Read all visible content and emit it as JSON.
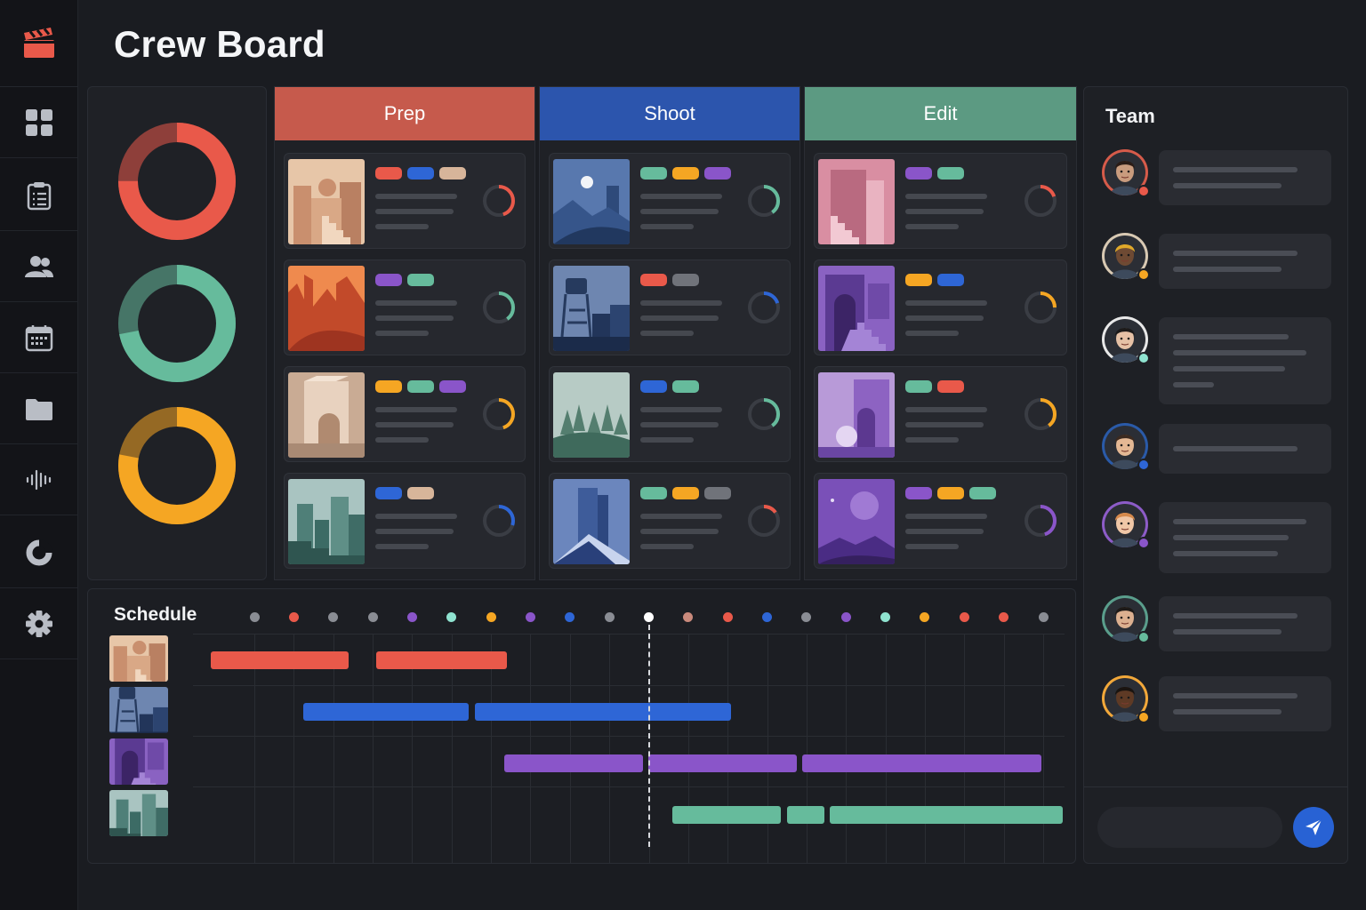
{
  "app": {
    "title": "Crew Board"
  },
  "colors": {
    "red": "#e9594a",
    "blue": "#2e66d6",
    "green": "#66bb9c",
    "orange": "#f5a623",
    "purple": "#8a55c9",
    "tan": "#d7b59a",
    "gray": "#70737a",
    "teal": "#8fe3d0"
  },
  "sidebar": {
    "logo_icon": "clapperboard-icon",
    "items": [
      {
        "id": "dashboard",
        "icon": "grid-icon"
      },
      {
        "id": "tasks",
        "icon": "clipboard-icon"
      },
      {
        "id": "crew",
        "icon": "people-icon"
      },
      {
        "id": "calendar",
        "icon": "calendar-icon"
      },
      {
        "id": "files",
        "icon": "folder-icon"
      },
      {
        "id": "audio",
        "icon": "waveform-icon"
      },
      {
        "id": "reports",
        "icon": "pie-icon"
      },
      {
        "id": "settings",
        "icon": "gear-icon"
      }
    ]
  },
  "overview": {
    "rings": [
      {
        "color": "#e9594a",
        "progress": 0.75
      },
      {
        "color": "#66bb9c",
        "progress": 0.72
      },
      {
        "color": "#f5a623",
        "progress": 0.78
      }
    ]
  },
  "board": {
    "columns": [
      {
        "label": "Prep",
        "color": "#c65a4c",
        "cards": [
          {
            "thumb": "desert-stairs",
            "tags": [
              "red",
              "blue",
              "tan"
            ],
            "progress": 0.45,
            "ring": "red"
          },
          {
            "thumb": "red-canyon",
            "tags": [
              "purple",
              "green"
            ],
            "progress": 0.4,
            "ring": "green"
          },
          {
            "thumb": "beige-arch",
            "tags": [
              "orange",
              "green",
              "purple"
            ],
            "progress": 0.45,
            "ring": "orange"
          },
          {
            "thumb": "teal-city",
            "tags": [
              "blue",
              "tan"
            ],
            "progress": 0.3,
            "ring": "blue"
          }
        ]
      },
      {
        "label": "Shoot",
        "color": "#2c55ad",
        "cards": [
          {
            "thumb": "moon-mountains",
            "tags": [
              "green",
              "orange",
              "purple"
            ],
            "progress": 0.4,
            "ring": "green"
          },
          {
            "thumb": "water-tower",
            "tags": [
              "red",
              "gray"
            ],
            "progress": 0.2,
            "ring": "blue"
          },
          {
            "thumb": "pine-forest",
            "tags": [
              "blue",
              "green"
            ],
            "progress": 0.4,
            "ring": "green"
          },
          {
            "thumb": "blue-monolith",
            "tags": [
              "green",
              "orange",
              "gray"
            ],
            "progress": 0.15,
            "ring": "red"
          }
        ]
      },
      {
        "label": "Edit",
        "color": "#5c9a82",
        "cards": [
          {
            "thumb": "pink-stairs",
            "tags": [
              "purple",
              "green"
            ],
            "progress": 0.2,
            "ring": "red"
          },
          {
            "thumb": "purple-arch",
            "tags": [
              "orange",
              "blue"
            ],
            "progress": 0.25,
            "ring": "orange"
          },
          {
            "thumb": "violet-sphere",
            "tags": [
              "green",
              "red"
            ],
            "progress": 0.4,
            "ring": "orange"
          },
          {
            "thumb": "purple-planet",
            "tags": [
              "purple",
              "orange",
              "green"
            ],
            "progress": 0.45,
            "ring": "purple"
          }
        ]
      }
    ]
  },
  "schedule": {
    "title": "Schedule",
    "timeline_dots": [
      "gray",
      "red",
      "gray",
      "gray",
      "purple",
      "teal",
      "orange",
      "purple",
      "blue",
      "gray",
      "white",
      "tan",
      "red",
      "blue",
      "gray",
      "purple",
      "teal",
      "orange",
      "red",
      "red",
      "gray"
    ],
    "now_index": 10,
    "rows": [
      {
        "thumb": "desert-stairs",
        "color": "red",
        "bars": [
          [
            0,
            3.5
          ],
          [
            4.2,
            7.5
          ]
        ]
      },
      {
        "thumb": "water-tower",
        "color": "blue",
        "bars": [
          [
            2.35,
            6.55
          ],
          [
            6.7,
            13.2
          ]
        ]
      },
      {
        "thumb": "purple-arch",
        "color": "purple",
        "bars": [
          [
            7.45,
            10.95
          ],
          [
            11.1,
            14.85
          ],
          [
            15.0,
            21.05
          ]
        ]
      },
      {
        "thumb": "teal-city",
        "color": "green",
        "bars": [
          [
            11.7,
            14.45
          ],
          [
            14.6,
            15.55
          ],
          [
            15.7,
            21.6
          ]
        ]
      }
    ]
  },
  "team": {
    "title": "Team",
    "members": [
      {
        "status": "#e9594a",
        "lines": 2,
        "skin": "#c99c7e",
        "hair": "#2b1d17",
        "ring": "#d65b4a"
      },
      {
        "status": "#f5a623",
        "lines": 2,
        "skin": "#6e4a33",
        "hair": "#e0a92a",
        "ring": "#d8c9b3"
      },
      {
        "status": "#8fe3d0",
        "lines": 4,
        "skin": "#e6c1a6",
        "hair": "#1c1a1a",
        "ring": "#e8e8e8"
      },
      {
        "status": "#2e66d6",
        "lines": 1,
        "skin": "#e4b894",
        "hair": "#3b2a20",
        "ring": "#2a5aa8"
      },
      {
        "status": "#8a55c9",
        "lines": 3,
        "skin": "#f0c7a7",
        "hair": "#d68a4c",
        "ring": "#8d5cc8"
      },
      {
        "status": "#66bb9c",
        "lines": 2,
        "skin": "#dcb090",
        "hair": "#1e1a18",
        "ring": "#5a9e8c"
      },
      {
        "status": "#f5a623",
        "lines": 2,
        "skin": "#5e3a25",
        "hair": "#1a1410",
        "ring": "#f2a83a"
      }
    ],
    "composer_placeholder": ""
  }
}
